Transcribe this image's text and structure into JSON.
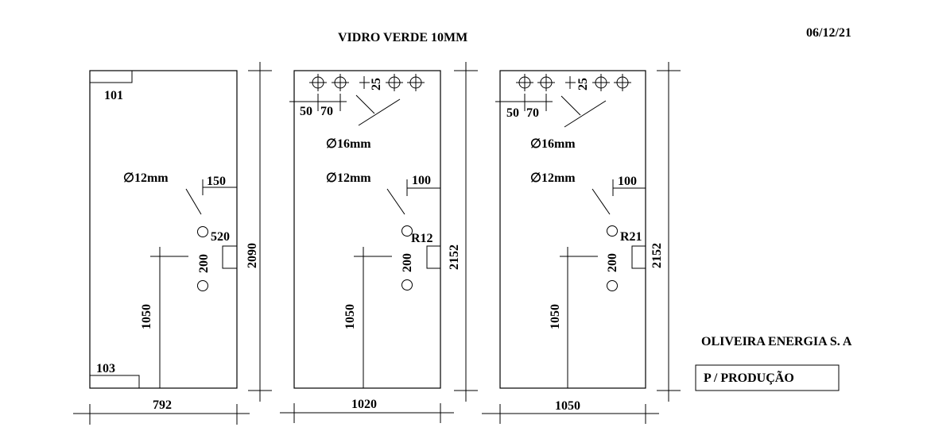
{
  "header": {
    "title": "VIDRO VERDE 10MM",
    "date": "06/12/21"
  },
  "panel1": {
    "corner_top": "101",
    "corner_bottom": "103",
    "hole_label": "∅12mm",
    "dim_150": "150",
    "dim_520": "520",
    "dim_200": "200",
    "dim_1050": "1050",
    "height": "2090",
    "width": "792"
  },
  "panel2": {
    "dim_50": "50",
    "dim_70": "70",
    "dim_25": "25",
    "hole16_label": "∅16mm",
    "hole12_label": "∅12mm",
    "dim_100": "100",
    "radius": "R12",
    "dim_200": "200",
    "dim_1050": "1050",
    "height": "2152",
    "width": "1020"
  },
  "panel3": {
    "dim_50": "50",
    "dim_70": "70",
    "dim_25": "25",
    "hole16_label": "∅16mm",
    "hole12_label": "∅12mm",
    "dim_100": "100",
    "radius": "R21",
    "dim_200": "200",
    "dim_1050": "1050",
    "height": "2152",
    "width": "1050"
  },
  "footer": {
    "company": "OLIVEIRA ENERGIA S. A",
    "stamp": "P / PRODUÇÃO"
  }
}
